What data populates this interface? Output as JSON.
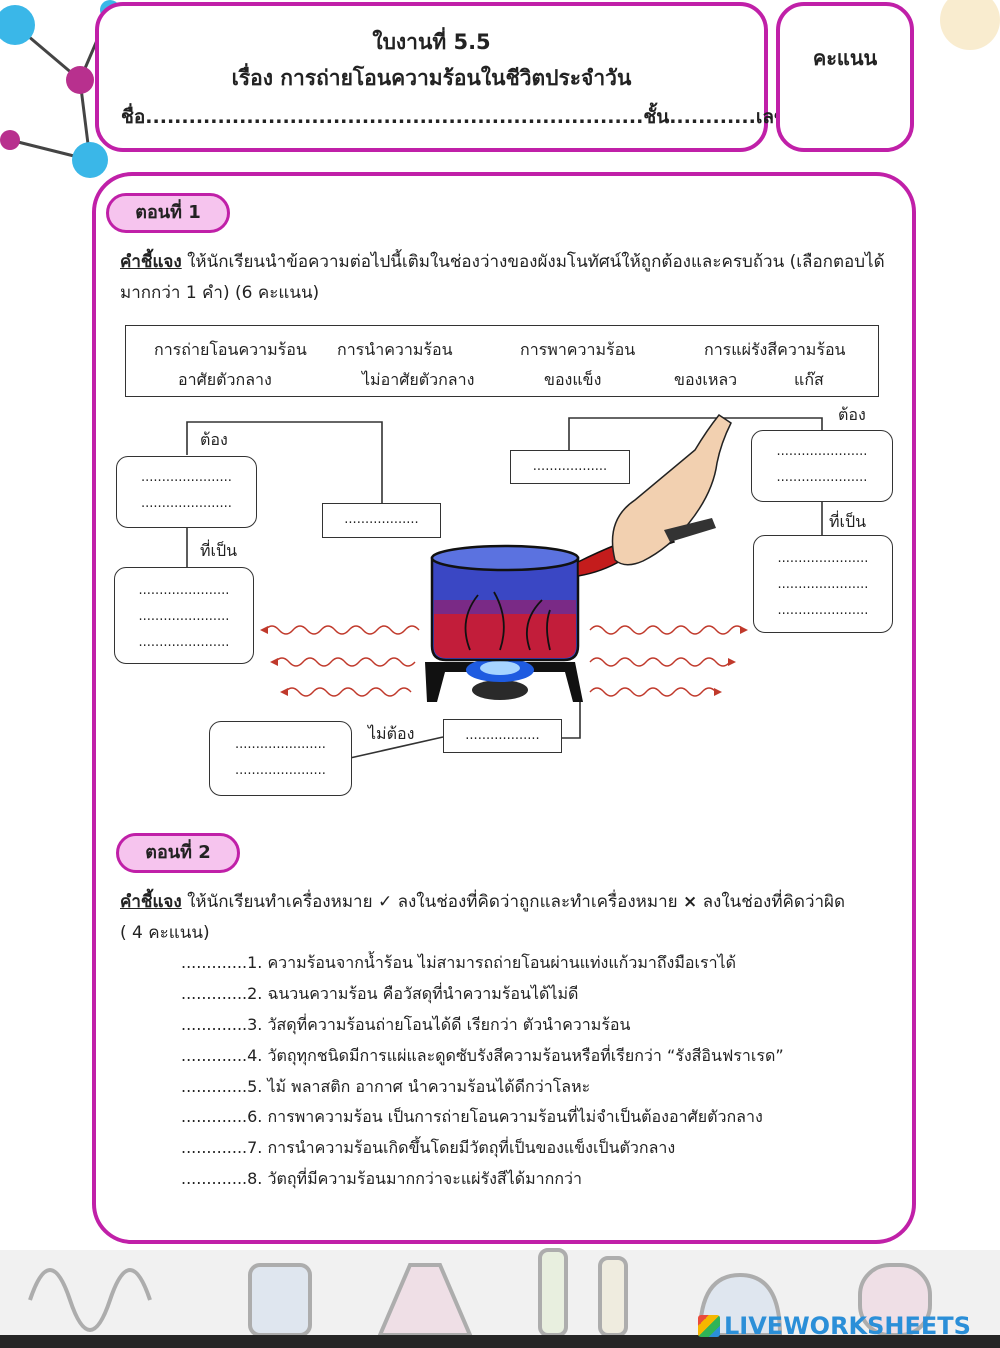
{
  "header": {
    "line1": "ใบงานที่ 5.5",
    "line2": "เรื่อง การถ่ายโอนความร้อนในชีวิตประจำวัน",
    "line3": "ชื่อ.....................................................................ชั้น............เลขที่.........",
    "score_label": "คะแนน"
  },
  "part1": {
    "badge": "ตอนที่ 1",
    "instr_label": "คำชี้แจง",
    "instr_line1": " ให้นักเรียนนำข้อความต่อไปนี้เติมในช่องว่างของผังมโนทัศน์ให้ถูกต้องและครบถ้วน (เลือกตอบได้",
    "instr_line2": "มากกว่า 1 คำ) (6 คะแนน)",
    "word_bank": {
      "row1": [
        "การถ่ายโอนความร้อน",
        "การนำความร้อน",
        "การพาความร้อน",
        "การแผ่รังสีความร้อน"
      ],
      "row2": [
        "อาศัยตัวกลาง",
        "ไม่อาศัยตัวกลาง",
        "ของแข็ง",
        "ของเหลว",
        "แก๊ส"
      ]
    },
    "labels": {
      "left_must": "ต้อง",
      "left_which": "ที่เป็น",
      "right_must": "ต้อง",
      "right_which": "ที่เป็น",
      "bottom_not": "ไม่ต้อง"
    },
    "dots_short": "..................",
    "dots_long": "......................"
  },
  "part2": {
    "badge": "ตอนที่ 2",
    "instr_label": "คำชี้แจง",
    "instr_a": " ให้นักเรียนทำเครื่องหมาย ",
    "check": "✓",
    "instr_b": " ลงในช่องที่คิดว่าถูกและทำเครื่องหมาย ",
    "cross": "×",
    "instr_c": " ลงในช่องที่คิดว่าผิด",
    "instr_line2": "( 4 คะแนน)",
    "items": [
      ".............1. ความร้อนจากน้ำร้อน ไม่สามารถถ่ายโอนผ่านแท่งแก้วมาถึงมือเราได้",
      ".............2. ฉนวนความร้อน คือวัสดุที่นำความร้อนได้ไม่ดี",
      ".............3. วัสดุที่ความร้อนถ่ายโอนได้ดี เรียกว่า ตัวนำความร้อน",
      ".............4.  วัตถุทุกชนิดมีการแผ่และดูดซับรังสีความร้อนหรือที่เรียกว่า “รังสีอินฟราเรด”",
      ".............5. ไม้ พลาสติก อากาศ นำความร้อนได้ดีกว่าโลหะ",
      ".............6. การพาความร้อน เป็นการถ่ายโอนความร้อนที่ไม่จำเป็นต้องอาศัยตัวกลาง",
      ".............7. การนำความร้อนเกิดขึ้นโดยมีวัตถุที่เป็นของแข็งเป็นตัวกลาง",
      ".............8. วัตถุที่มีความร้อนมากกว่าจะแผ่รังสีได้มากกว่า"
    ]
  },
  "footer": {
    "brand": "LIVEWORKSHEETS"
  },
  "colors": {
    "accent": "#c020a8",
    "pill": "#f6c4ee"
  }
}
